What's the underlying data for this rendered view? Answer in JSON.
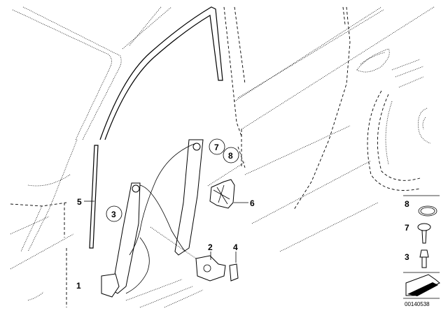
{
  "diagram": {
    "type": "exploded parts diagram",
    "subject": "window regulator, front door",
    "callouts": [
      {
        "id": "callout-1",
        "label": "1",
        "circled": false
      },
      {
        "id": "callout-2",
        "label": "2",
        "circled": false
      },
      {
        "id": "callout-3",
        "label": "3",
        "circled": true
      },
      {
        "id": "callout-4",
        "label": "4",
        "circled": false
      },
      {
        "id": "callout-5",
        "label": "5",
        "circled": false
      },
      {
        "id": "callout-6",
        "label": "6",
        "circled": false
      },
      {
        "id": "callout-7",
        "label": "7",
        "circled": true
      },
      {
        "id": "callout-8",
        "label": "8",
        "circled": true
      }
    ],
    "legend": {
      "items": [
        {
          "label": "8",
          "part": "ring-seal"
        },
        {
          "label": "7",
          "part": "screw"
        },
        {
          "label": "3",
          "part": "bolt"
        }
      ],
      "arrow": "direction-arrow",
      "code": "00140538"
    }
  }
}
